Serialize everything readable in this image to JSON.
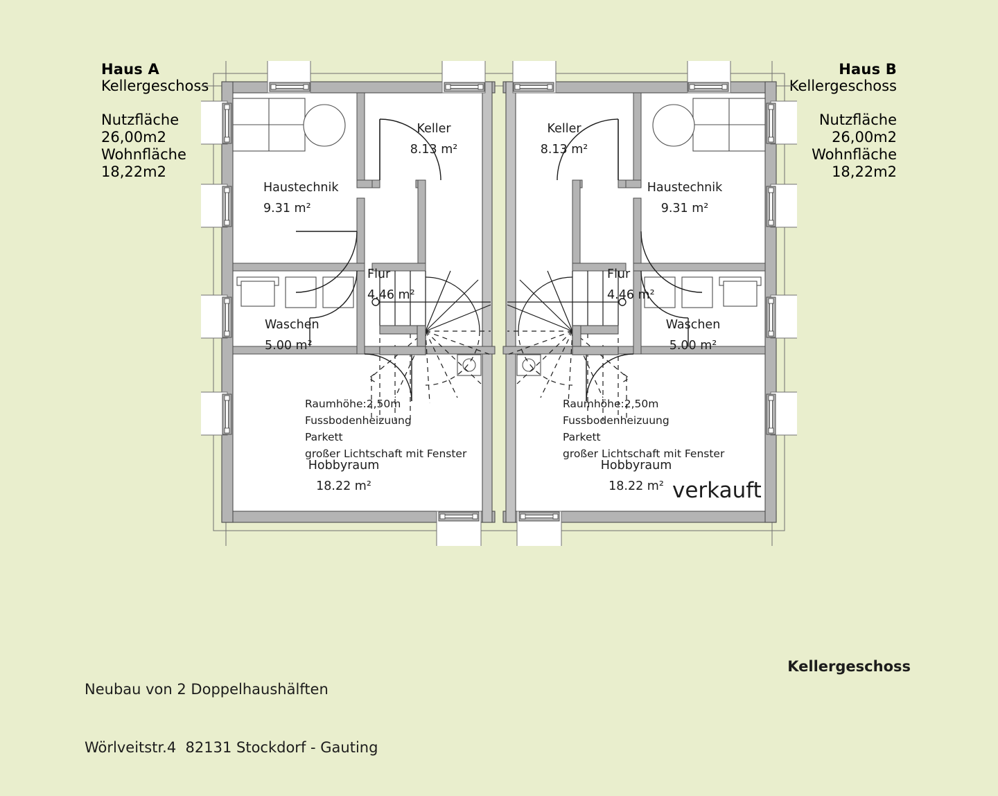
{
  "background_color": "#e9eecd",
  "wall_color": "#b4b4b4",
  "line_color": "#4d4d4d",
  "text_color": "#1c1c1c",
  "house_a": {
    "title": "Haus A",
    "floor": "Kellergeschoss",
    "area_lines": [
      "Nutzfläche",
      "26,00m2",
      "Wohnfläche",
      "18,22m2"
    ]
  },
  "house_b": {
    "title": "Haus B",
    "floor": "Kellergeschoss",
    "area_lines": [
      "Nutzfläche",
      "26,00m2",
      "Wohnfläche",
      "18,22m2"
    ]
  },
  "rooms_a": {
    "keller": {
      "name": "Keller",
      "area": "8.13 m²"
    },
    "haustechnik": {
      "name": "Haustechnik",
      "area": "9.31 m²"
    },
    "flur": {
      "name": "Flur",
      "area": "4.46 m²"
    },
    "waschen": {
      "name": "Waschen",
      "area": "5.00 m²"
    },
    "hobbyraum": {
      "name": "Hobbyraum",
      "area": "18.22 m²"
    }
  },
  "rooms_b": {
    "keller": {
      "name": "Keller",
      "area": "8.13 m²"
    },
    "haustechnik": {
      "name": "Haustechnik",
      "area": "9.31 m²"
    },
    "flur": {
      "name": "Flur",
      "area": "4.46 m²"
    },
    "waschen": {
      "name": "Waschen",
      "area": "5.00 m²"
    },
    "hobbyraum": {
      "name": "Hobbyraum",
      "area": "18.22 m²"
    }
  },
  "notes_a": [
    "Raumhöhe:2,50m",
    "Fussbodenheizuung",
    "Parkett",
    "großer Lichtschaft mit Fenster"
  ],
  "notes_b": [
    "Raumhöhe:2,50m",
    "Fussbodenheizuung",
    "Parkett",
    "großer Lichtschaft mit Fenster"
  ],
  "sold_badge": "verkauft",
  "caption": {
    "line1": "Neubau von 2 Doppelhaushälften",
    "line2": "Wörlveitstr.4  82131 Stockdorf - Gauting"
  },
  "footer_right": "Kellergeschoss"
}
